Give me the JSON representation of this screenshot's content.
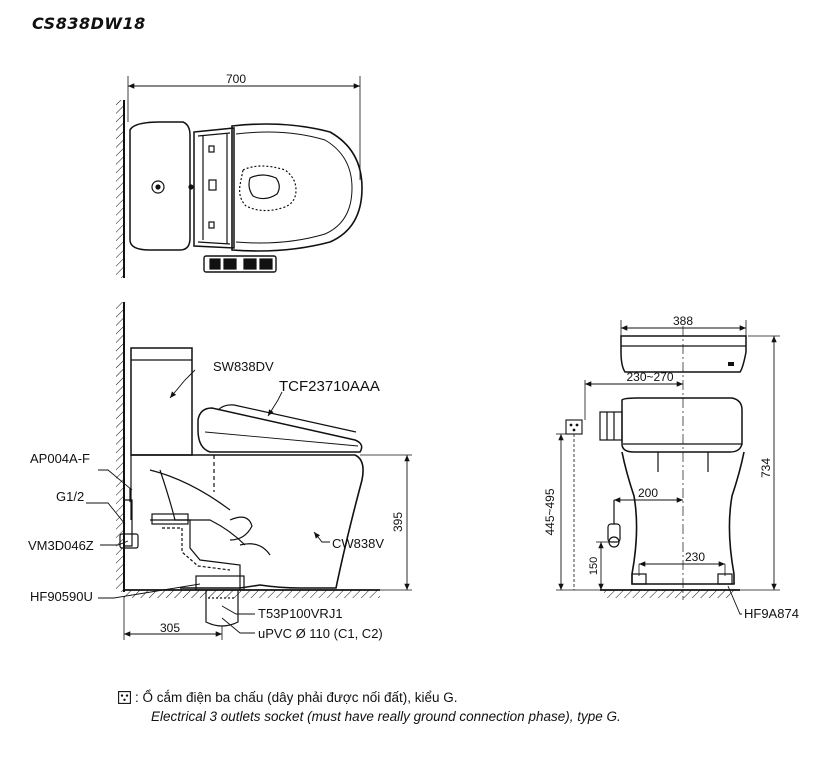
{
  "title": "CS838DW18",
  "dimensions": {
    "top_width": "700",
    "side_depth": "305",
    "side_height": "395",
    "front_width": "388",
    "front_height": "734",
    "range_top": "230~270",
    "range_left": "445~495",
    "inlet_offset": "200",
    "inlet_height": "150",
    "foot_spacing": "230"
  },
  "parts": {
    "tank": "SW838DV",
    "seat": "TCF23710AAA",
    "bowl": "CW838V",
    "valve_a": "AP004A-F",
    "thread": "G1/2",
    "valve_b": "VM3D046Z",
    "flange": "HF90590U",
    "pipe_adapter": "T53P100VRJ1",
    "pipe": "uPVC Ø 110 (C1, C2)",
    "front_bolt": "HF9A874"
  },
  "legend": {
    "icon": "electrical-socket-icon",
    "vi": ": Ổ cắm điện ba chấu (dây phải được nối đất), kiểu G.",
    "en": "Electrical 3 outlets socket (must have really ground connection phase), type G."
  },
  "colors": {
    "line": "#111111",
    "background": "#ffffff"
  }
}
